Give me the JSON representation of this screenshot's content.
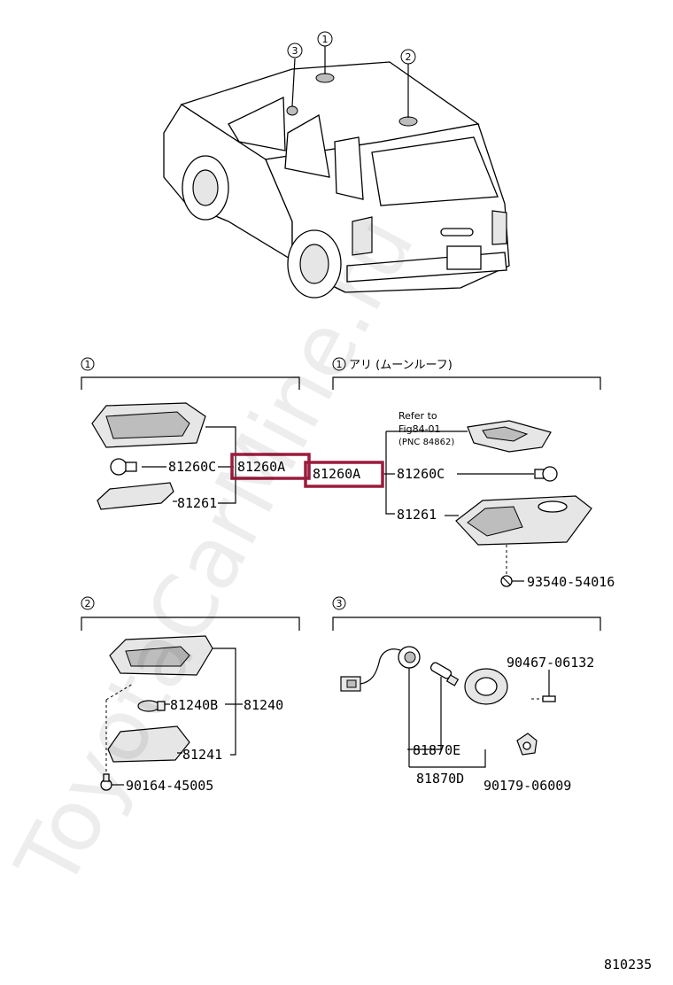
{
  "watermark": "ToyotaCarMine.ru",
  "diagram_id": "810235",
  "car_callouts": [
    "3",
    "1",
    "2"
  ],
  "sections": {
    "s1": {
      "number": "1",
      "labels": {
        "c": "81260C",
        "a": "81260A",
        "lens": "81261"
      }
    },
    "s1_moonroof": {
      "number": "1",
      "heading": "アリ (ムーンルーフ)",
      "refer_line1": "Refer to",
      "refer_line2": "Fig84-01",
      "refer_line3": "(PNC 84862)",
      "labels": {
        "a": "81260A",
        "c": "81260C",
        "lens": "81261",
        "screw": "93540-54016"
      }
    },
    "s2": {
      "number": "2",
      "labels": {
        "b": "81240B",
        "assy": "81240",
        "lens": "81241",
        "screw": "90164-45005"
      }
    },
    "s3": {
      "number": "3",
      "labels": {
        "e": "81870E",
        "d": "81870D",
        "bulb": "90467-06132",
        "cap": "90179-06009"
      }
    }
  },
  "highlight_color": "#9b1c3c"
}
